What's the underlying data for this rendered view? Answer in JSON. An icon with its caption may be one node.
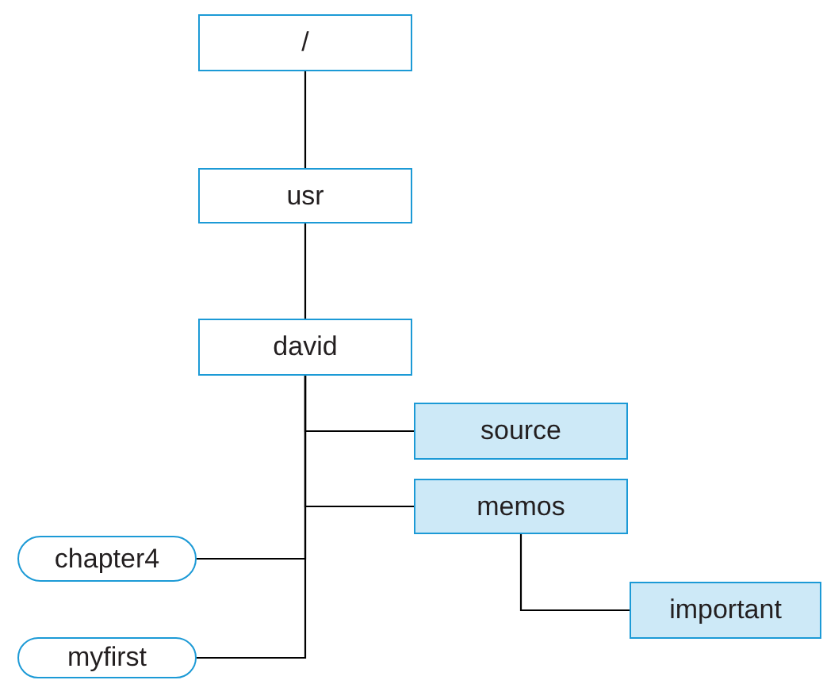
{
  "diagram": {
    "nodes": [
      {
        "text": [
          "/"
        ]
      },
      {
        "text": [
          "usr"
        ]
      },
      {
        "text": [
          "david"
        ]
      },
      {
        "text": [
          "source"
        ]
      },
      {
        "text": [
          "memos"
        ]
      },
      {
        "text": [
          "chapter4"
        ]
      },
      {
        "text": [
          "important"
        ]
      },
      {
        "text": [
          "myfirst"
        ]
      }
    ],
    "edges": [
      {
        "from": 0,
        "to": 1,
        "arrow": "none"
      },
      {
        "from": 1,
        "to": 2,
        "arrow": "none"
      },
      {
        "from": 2,
        "to": 3,
        "arrow": "none"
      },
      {
        "from": 2,
        "to": 4,
        "arrow": "none"
      },
      {
        "from": 2,
        "to": 5,
        "arrow": "none"
      },
      {
        "from": 4,
        "to": 6,
        "arrow": "none"
      },
      {
        "from": 2,
        "to": 7,
        "arrow": "none"
      }
    ]
  }
}
